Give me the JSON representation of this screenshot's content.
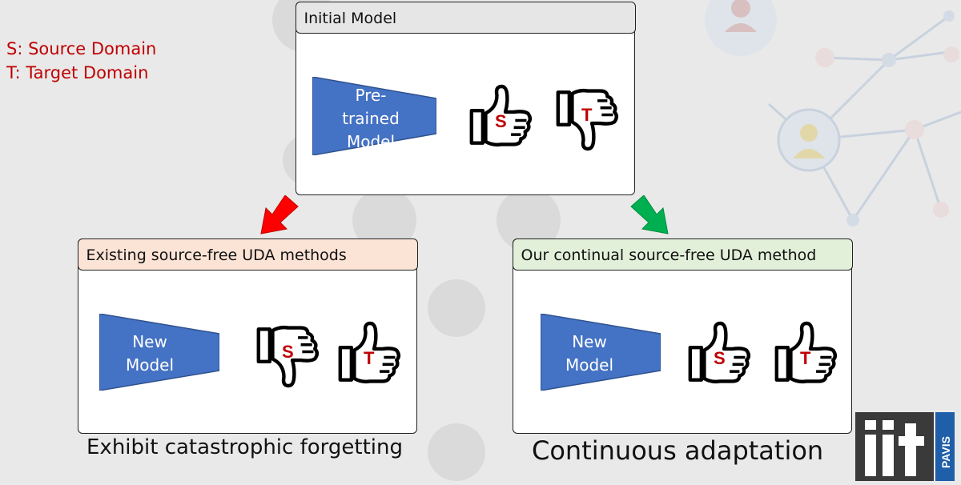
{
  "legend": {
    "source": "S: Source Domain",
    "target": "T: Target Domain"
  },
  "initial_panel": {
    "title": "Initial Model",
    "model_label_line1": "Pre-",
    "model_label_line2": "trained",
    "model_label_line3": "Model",
    "source_thumb": {
      "letter": "S",
      "direction": "up"
    },
    "target_thumb": {
      "letter": "T",
      "direction": "down"
    }
  },
  "existing_panel": {
    "title": "Existing source-free UDA methods",
    "model_label_line1": "New",
    "model_label_line2": "Model",
    "source_thumb": {
      "letter": "S",
      "direction": "down"
    },
    "target_thumb": {
      "letter": "T",
      "direction": "up"
    },
    "caption": "Exhibit catastrophic forgetting"
  },
  "ours_panel": {
    "title": "Our continual source-free UDA method",
    "model_label_line1": "New",
    "model_label_line2": "Model",
    "source_thumb": {
      "letter": "S",
      "direction": "up"
    },
    "target_thumb": {
      "letter": "T",
      "direction": "up"
    },
    "caption": "Continuous adaptation"
  },
  "arrows": {
    "to_existing_color": "#ff0000",
    "to_ours_color": "#00b050"
  },
  "logo": {
    "text": "iit",
    "subtext": "PAVIS"
  },
  "colors": {
    "model_fill": "#4472c4",
    "legend_text": "#c00000",
    "thumb_letter": "#c00000"
  },
  "icons": [
    "thumbs-up-icon",
    "thumbs-down-icon",
    "down-arrow-icon",
    "network-background"
  ]
}
